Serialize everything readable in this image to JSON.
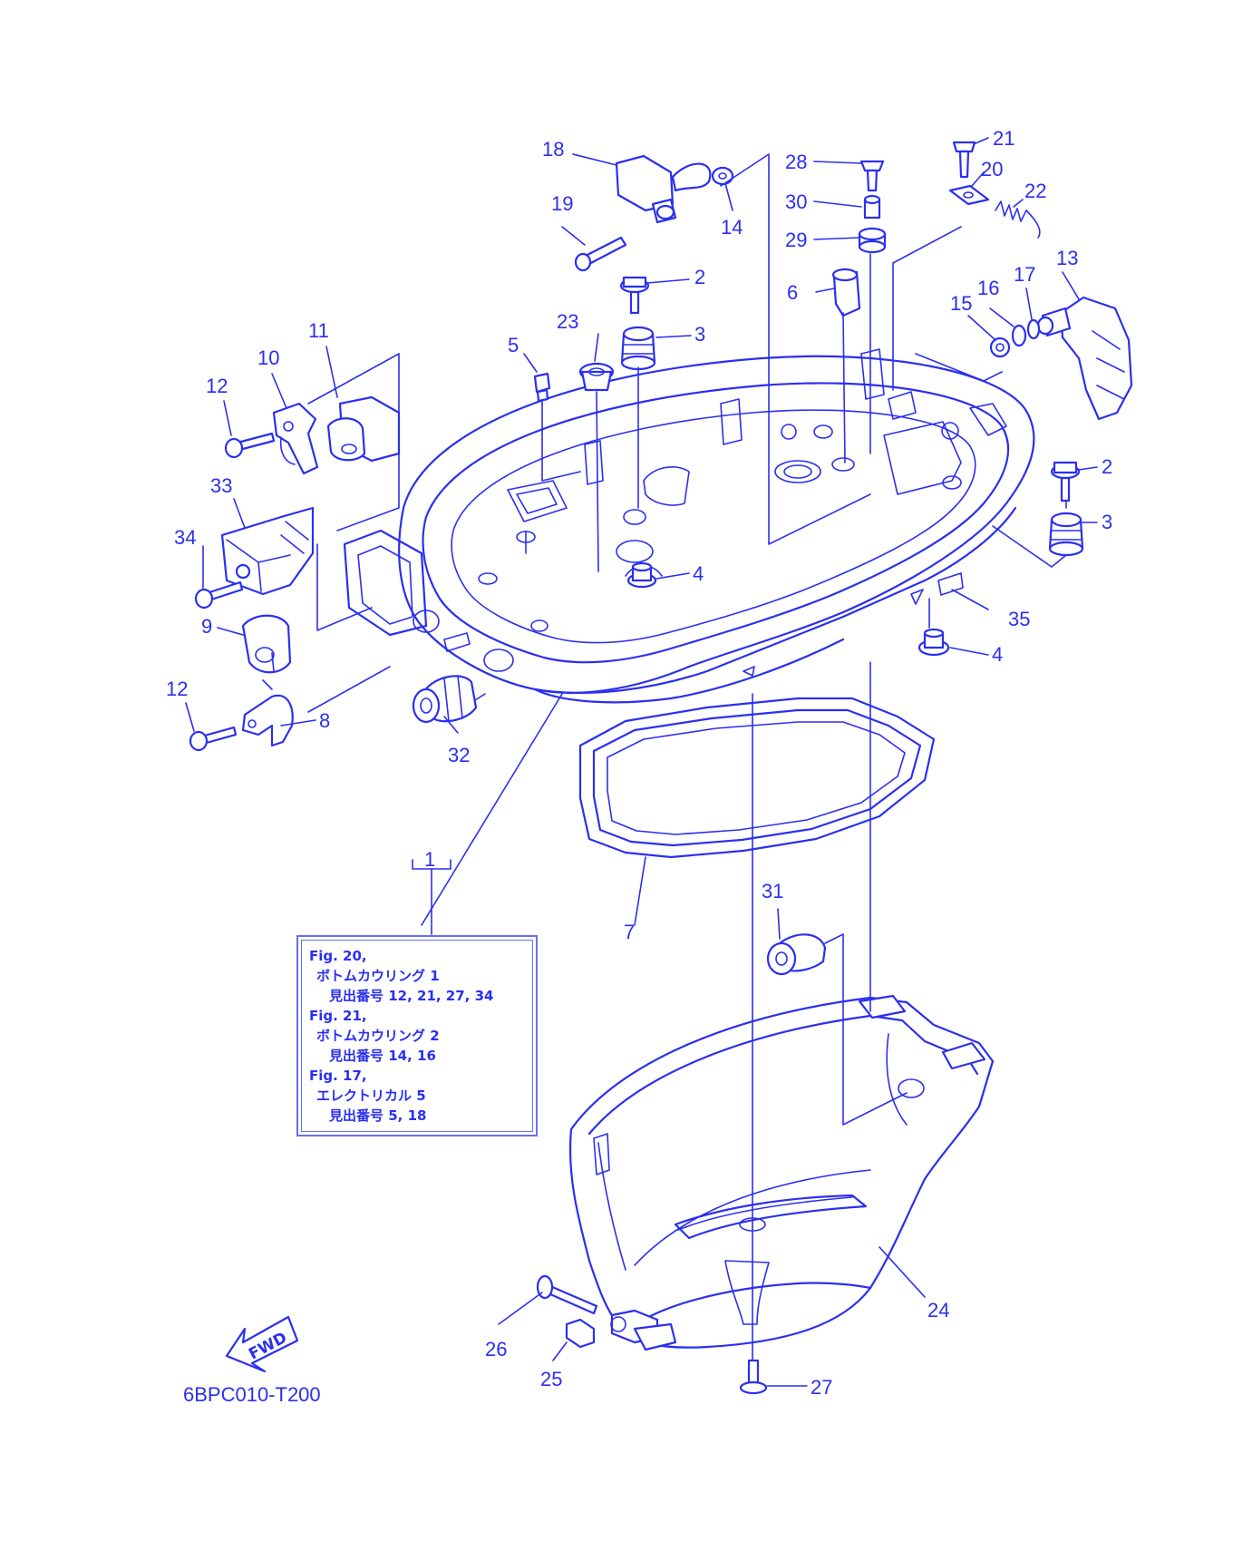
{
  "diagram": {
    "code": "6BPC010-T200",
    "fwd_label": "FWD",
    "part_numbers": [
      "1",
      "2",
      "2",
      "3",
      "3",
      "4",
      "4",
      "5",
      "6",
      "7",
      "8",
      "9",
      "10",
      "11",
      "12",
      "12",
      "13",
      "14",
      "15",
      "16",
      "17",
      "18",
      "19",
      "20",
      "21",
      "22",
      "23",
      "24",
      "25",
      "26",
      "27",
      "28",
      "29",
      "30",
      "31",
      "32",
      "33",
      "34",
      "35"
    ]
  },
  "note": {
    "lines": [
      {
        "text": "Fig. 20,",
        "indent": 0
      },
      {
        "text": "ボトムカウリング 1",
        "indent": 1
      },
      {
        "text": "見出番号 12, 21, 27, 34",
        "indent": 2
      },
      {
        "text": "Fig. 21,",
        "indent": 0
      },
      {
        "text": "ボトムカウリング 2",
        "indent": 1
      },
      {
        "text": "見出番号 14, 16",
        "indent": 2
      },
      {
        "text": "Fig. 17,",
        "indent": 0
      },
      {
        "text": "エレクトリカル 5",
        "indent": 1
      },
      {
        "text": "見出番号 5, 18",
        "indent": 2
      }
    ]
  },
  "colors": {
    "ink": "#2a2ff0",
    "background": "#ffffff"
  }
}
